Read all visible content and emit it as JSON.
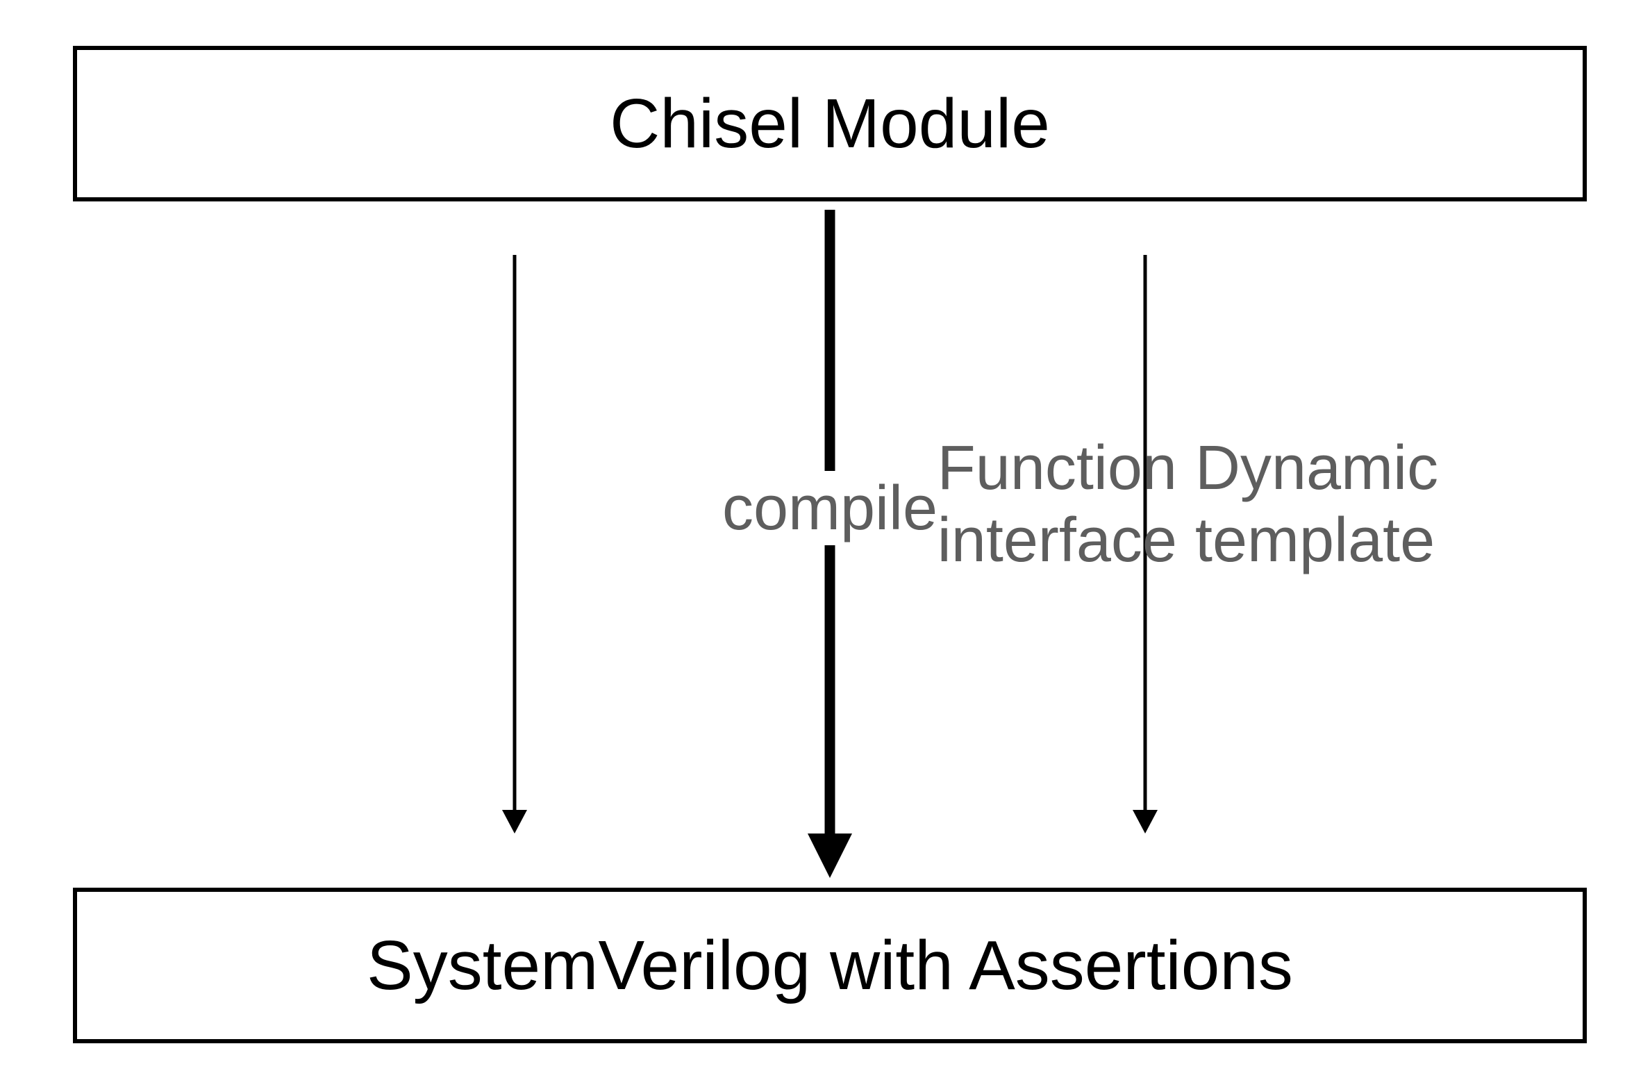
{
  "nodes": {
    "top": "Chisel Module",
    "bottom": "SystemVerilog with Assertions"
  },
  "edges": {
    "left": [
      "Function",
      "interface"
    ],
    "center": "compile",
    "right": [
      "Dynamic",
      "template"
    ]
  },
  "colors": {
    "stroke": "#000000",
    "label": "#5e5e5e",
    "background": "#ffffff"
  }
}
